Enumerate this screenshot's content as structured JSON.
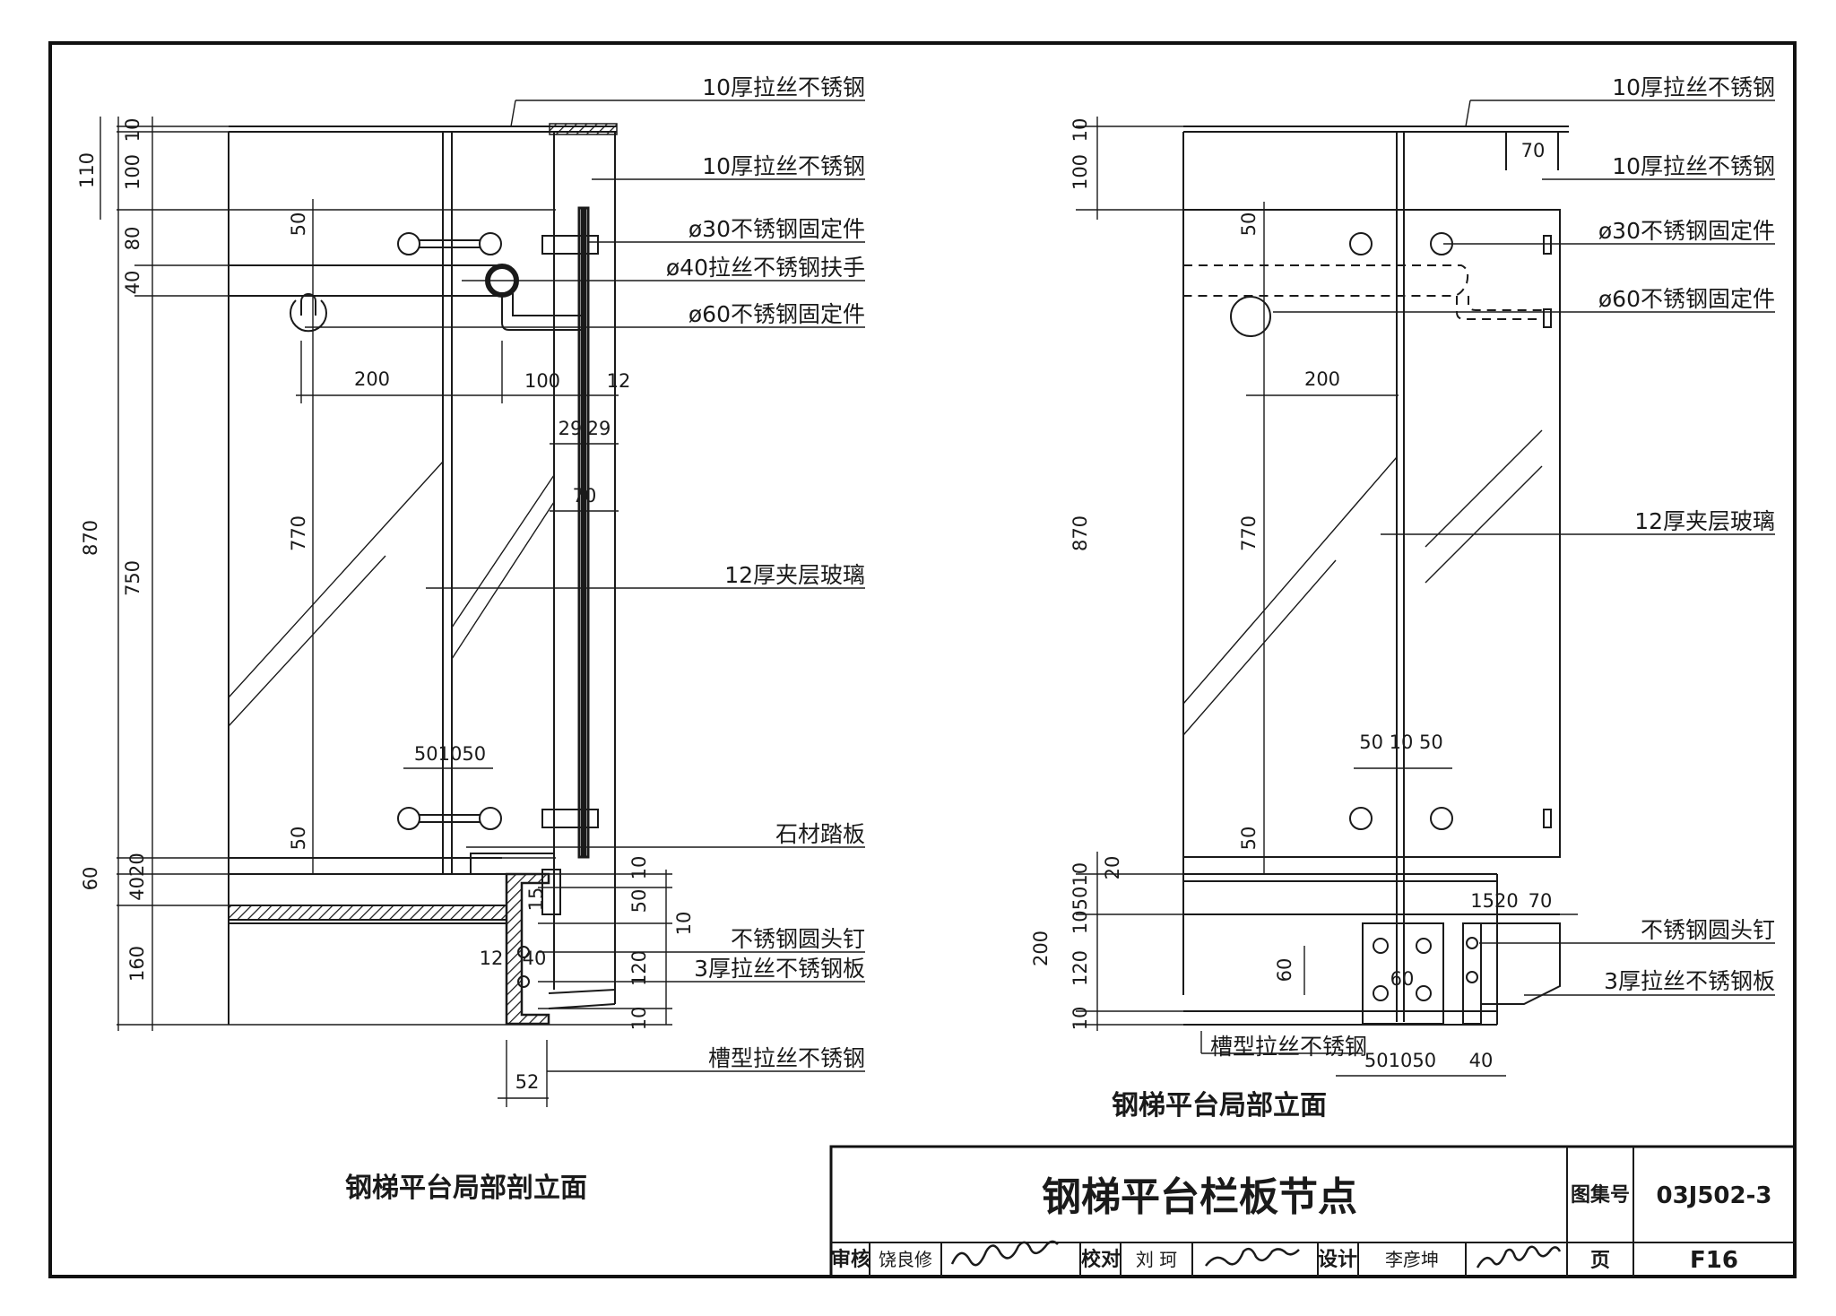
{
  "left_view": {
    "caption": "钢梯平台局部剖立面",
    "labels": {
      "top_plate": "10厚拉丝不锈钢",
      "post": "10厚拉丝不锈钢",
      "fixing_30": "ø30不锈钢固定件",
      "handrail_40": "ø40拉丝不锈钢扶手",
      "fixing_60": "ø60不锈钢固定件",
      "glass": "12厚夹层玻璃",
      "stone_tread": "石材踏板",
      "round_nail": "不锈钢圆头钉",
      "steel_plate": "3厚拉丝不锈钢板",
      "channel": "槽型拉丝不锈钢"
    },
    "dims": {
      "d110": "110",
      "d100": "100",
      "d10": "10",
      "d80": "80",
      "d40": "40",
      "d870": "870",
      "d750": "750",
      "d60": "60",
      "d4020": "4020",
      "d160": "160",
      "d50a": "50",
      "d770": "770",
      "d50b": "50",
      "d200": "200",
      "d100b": "100",
      "d12": "12",
      "d29a": "29",
      "d29b": "29",
      "d70": "70",
      "d501050": "501050",
      "r10a": "10",
      "r50": "50",
      "r10b": "10",
      "r120": "120",
      "r10c": "10",
      "d15": "15",
      "d12b": "12",
      "d40b": "40",
      "d52": "52"
    }
  },
  "right_view": {
    "caption": "钢梯平台局部立面",
    "labels": {
      "top_plate": "10厚拉丝不锈钢",
      "post": "10厚拉丝不锈钢",
      "fixing_30": "ø30不锈钢固定件",
      "fixing_60": "ø60不锈钢固定件",
      "glass": "12厚夹层玻璃",
      "round_nail": "不锈钢圆头钉",
      "steel_plate": "3厚拉丝不锈钢板",
      "channel": "槽型拉丝不锈钢"
    },
    "dims": {
      "d100": "100",
      "d10": "10",
      "d70": "70",
      "d50a": "50",
      "d200a": "200",
      "d870": "870",
      "d770": "770",
      "d501050": "50 10 50",
      "d50b": "50",
      "d20": "20",
      "d105010": "105010",
      "d200": "200",
      "d120": "120",
      "d10b": "10",
      "d60a": "60",
      "d60b": "60",
      "d1520": "1520",
      "d70b": "70",
      "d501050b": "501050",
      "d40": "40"
    }
  },
  "title_block": {
    "title": "钢梯平台栏板节点",
    "atlas_label": "图集号",
    "atlas_no": "03J502-3",
    "review_label": "审核",
    "reviewer": "饶良修",
    "check_label": "校对",
    "checker": "刘 珂",
    "design_label": "设计",
    "designer": "李彦坤",
    "page_label": "页",
    "page_no": "F16"
  }
}
